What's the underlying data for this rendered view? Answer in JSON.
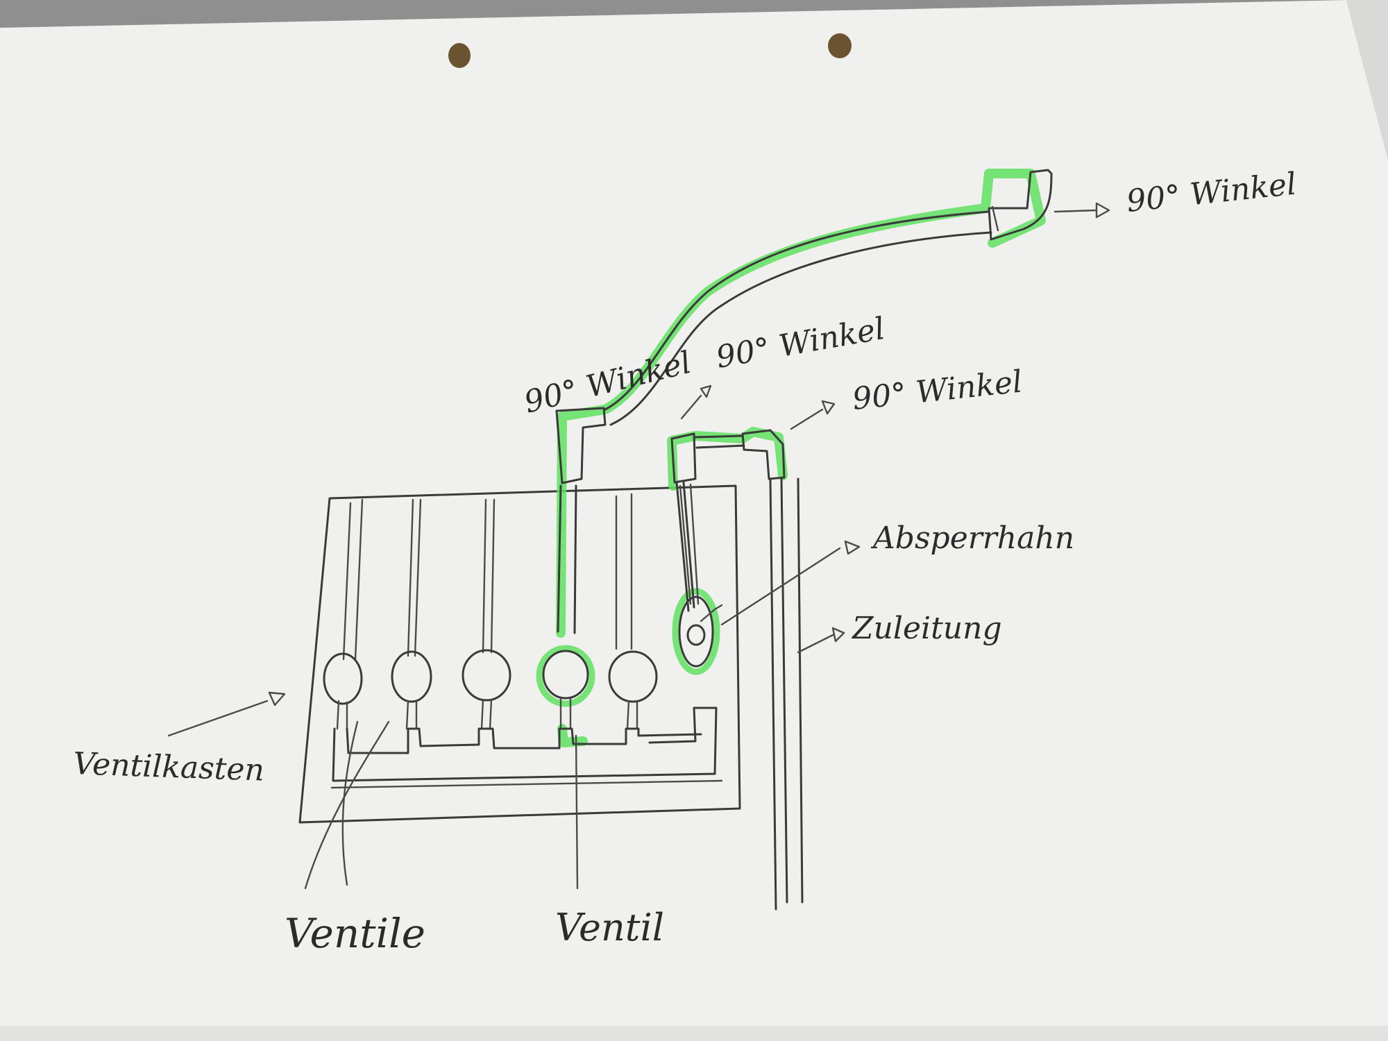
{
  "labels": {
    "winkel_top_right": "90° Winkel",
    "winkel_left": "90° Winkel",
    "winkel_mid": "90° Winkel",
    "winkel_right": "90° Winkel",
    "absperrhahn": "Absperrhahn",
    "zuleitung": "Zuleitung",
    "ventilkasten": "Ventilkasten",
    "ventile": "Ventile",
    "ventil": "Ventil"
  },
  "colors": {
    "paper": "#f2f2f0",
    "ink": "#3a3a3a",
    "highlight": "#5fe05f"
  }
}
